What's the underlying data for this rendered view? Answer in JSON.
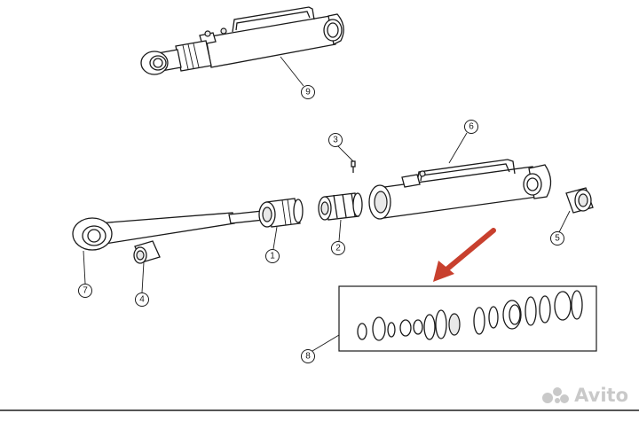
{
  "callouts": {
    "c1": "1",
    "c2": "2",
    "c3": "3",
    "c4": "4",
    "c5": "5",
    "c6": "6",
    "c7": "7",
    "c8": "8",
    "c9": "9"
  },
  "watermark": {
    "text": "Avito",
    "icon": "avito-dots-icon"
  },
  "colors": {
    "line": "#1a1a1a",
    "arrow": "#c8402e",
    "watermark": "#c9c9c9"
  }
}
